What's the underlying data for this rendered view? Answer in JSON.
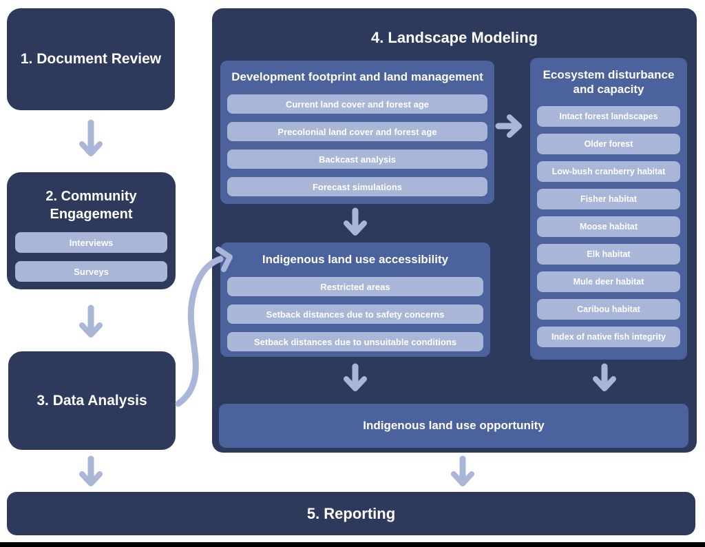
{
  "colors": {
    "navy": "#2d3a5c",
    "panel_blue": "#4c629c",
    "pill_blue": "#a9b6d8",
    "arrow_blue": "#a9b6d8",
    "text_white": "#ffffff",
    "bottom_rule": "#000000"
  },
  "steps": {
    "document_review": {
      "label": "1. Document Review"
    },
    "community_engagement": {
      "label": "2. Community Engagement",
      "items": [
        "Interviews",
        "Surveys"
      ]
    },
    "data_analysis": {
      "label": "3. Data Analysis"
    },
    "landscape_modeling": {
      "label": "4. Landscape Modeling",
      "development": {
        "title": "Development footprint and land management",
        "items": [
          "Current land cover and forest age",
          "Precolonial land cover and forest age",
          "Backcast analysis",
          "Forecast simulations"
        ]
      },
      "ecosystem": {
        "title": "Ecosystem disturbance and capacity",
        "items": [
          "Intact forest landscapes",
          "Older forest",
          "Low-bush cranberry habitat",
          "Fisher habitat",
          "Moose habitat",
          "Elk habitat",
          "Mule deer habitat",
          "Caribou habitat",
          "Index of native fish integrity"
        ]
      },
      "accessibility": {
        "title": "Indigenous land use accessibility",
        "items": [
          "Restricted areas",
          "Setback distances due to safety concerns",
          "Setback distances due to unsuitable conditions"
        ]
      },
      "opportunity": {
        "label": "Indigenous land use opportunity"
      }
    },
    "reporting": {
      "label": "5. Reporting"
    }
  }
}
